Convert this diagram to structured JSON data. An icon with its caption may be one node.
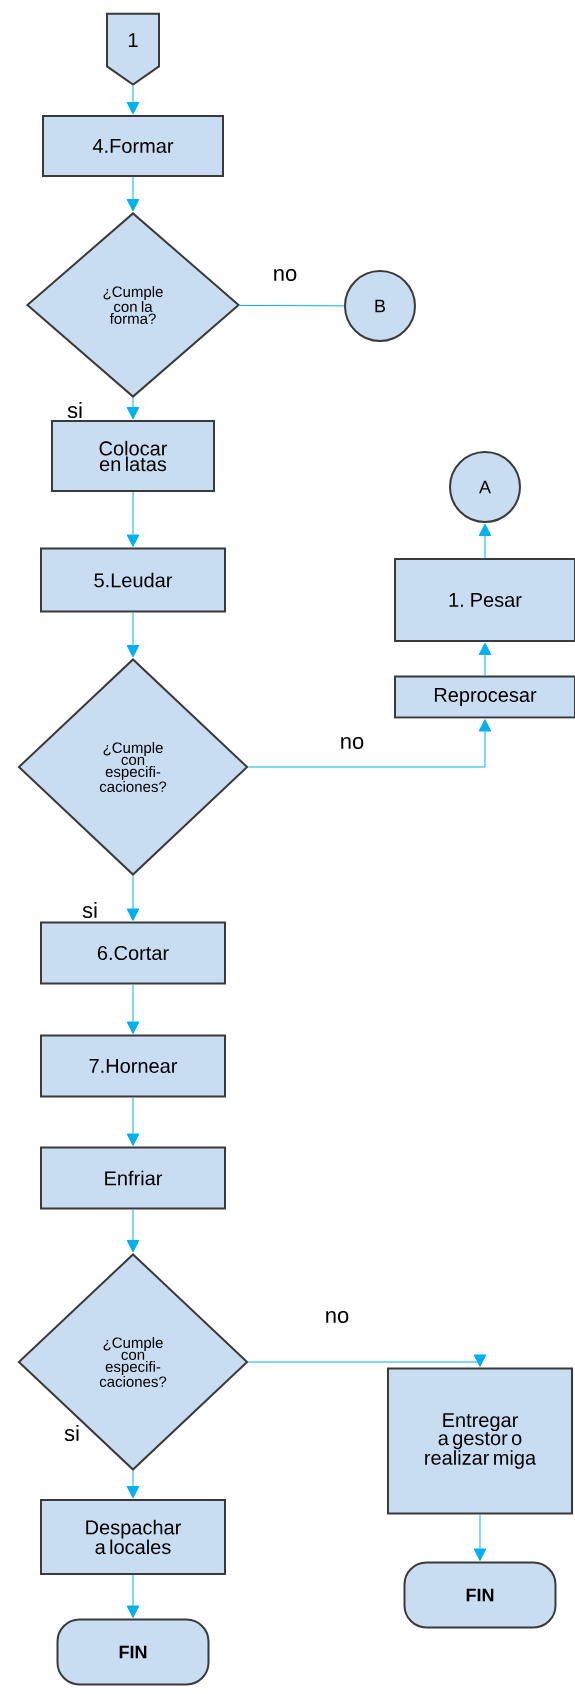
{
  "diagram": {
    "nodes": [
      {
        "text": [
          "1"
        ]
      },
      {
        "text": [
          "4.Formar"
        ]
      },
      {
        "text": [
          "¿Cumple con la forma?"
        ]
      },
      {
        "text": [
          "B"
        ]
      },
      {
        "text": [
          "Colocar en latas"
        ]
      },
      {
        "text": [
          "5.Leudar"
        ]
      },
      {
        "text": [
          "¿Cumple con especifi-caciones?"
        ]
      },
      {
        "text": [
          "Reprocesar"
        ]
      },
      {
        "text": [
          "1. Pesar"
        ]
      },
      {
        "text": [
          "A"
        ]
      },
      {
        "text": [
          "6.Cortar"
        ]
      },
      {
        "text": [
          "7.Hornear"
        ]
      },
      {
        "text": [
          "Enfriar"
        ]
      },
      {
        "text": [
          "¿Cumple con especifi-caciones?"
        ]
      },
      {
        "text": [
          "Entregar a gestor o realizar miga"
        ]
      },
      {
        "text": [
          "FIN"
        ]
      },
      {
        "text": [
          "Despachar a locales"
        ]
      },
      {
        "text": [
          "FIN"
        ]
      }
    ],
    "edges": [
      {
        "from": 0,
        "to": 1,
        "arrow": "to"
      },
      {
        "from": 1,
        "to": 2,
        "arrow": "to"
      },
      {
        "from": 2,
        "to": 3,
        "arrow": "none",
        "label": "no"
      },
      {
        "from": 2,
        "to": 4,
        "arrow": "to",
        "label": "si"
      },
      {
        "from": 4,
        "to": 5,
        "arrow": "to"
      },
      {
        "from": 5,
        "to": 6,
        "arrow": "to"
      },
      {
        "from": 6,
        "to": 7,
        "arrow": "to",
        "label": "no"
      },
      {
        "from": 7,
        "to": 8,
        "arrow": "to"
      },
      {
        "from": 8,
        "to": 9,
        "arrow": "to"
      },
      {
        "from": 6,
        "to": 10,
        "arrow": "to",
        "label": "si"
      },
      {
        "from": 10,
        "to": 11,
        "arrow": "to"
      },
      {
        "from": 11,
        "to": 12,
        "arrow": "to"
      },
      {
        "from": 12,
        "to": 13,
        "arrow": "to"
      },
      {
        "from": 13,
        "to": 14,
        "arrow": "to",
        "label": "no"
      },
      {
        "from": 13,
        "to": 16,
        "arrow": "to",
        "label": "si"
      },
      {
        "from": 14,
        "to": 15,
        "arrow": "to"
      },
      {
        "from": 16,
        "to": 17,
        "arrow": "to"
      }
    ]
  }
}
